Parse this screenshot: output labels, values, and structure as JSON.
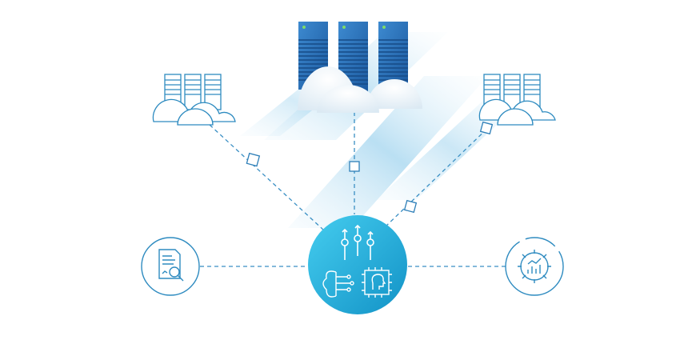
{
  "colors": {
    "background": "#ffffff",
    "server_blue": "#2a72b8",
    "server_dark": "#1a4f91",
    "led": "#7ddc6a",
    "line": "#3a8fc4",
    "hub_start": "#3cc4e8",
    "hub_end": "#1597c9",
    "stripe": "#bfe1f3",
    "outline_icon": "#2e8bc0"
  },
  "nodes": [
    {
      "id": "server-cluster-left",
      "icon": "server-cloud-icon"
    },
    {
      "id": "server-cluster-center",
      "icon": "server-cloud-icon"
    },
    {
      "id": "server-cluster-right",
      "icon": "server-cloud-icon"
    },
    {
      "id": "hub",
      "icon": "ai-brain-chip-icon"
    },
    {
      "id": "report-node",
      "icon": "document-magnifier-icon"
    },
    {
      "id": "analytics-node",
      "icon": "gear-chart-icon"
    }
  ]
}
